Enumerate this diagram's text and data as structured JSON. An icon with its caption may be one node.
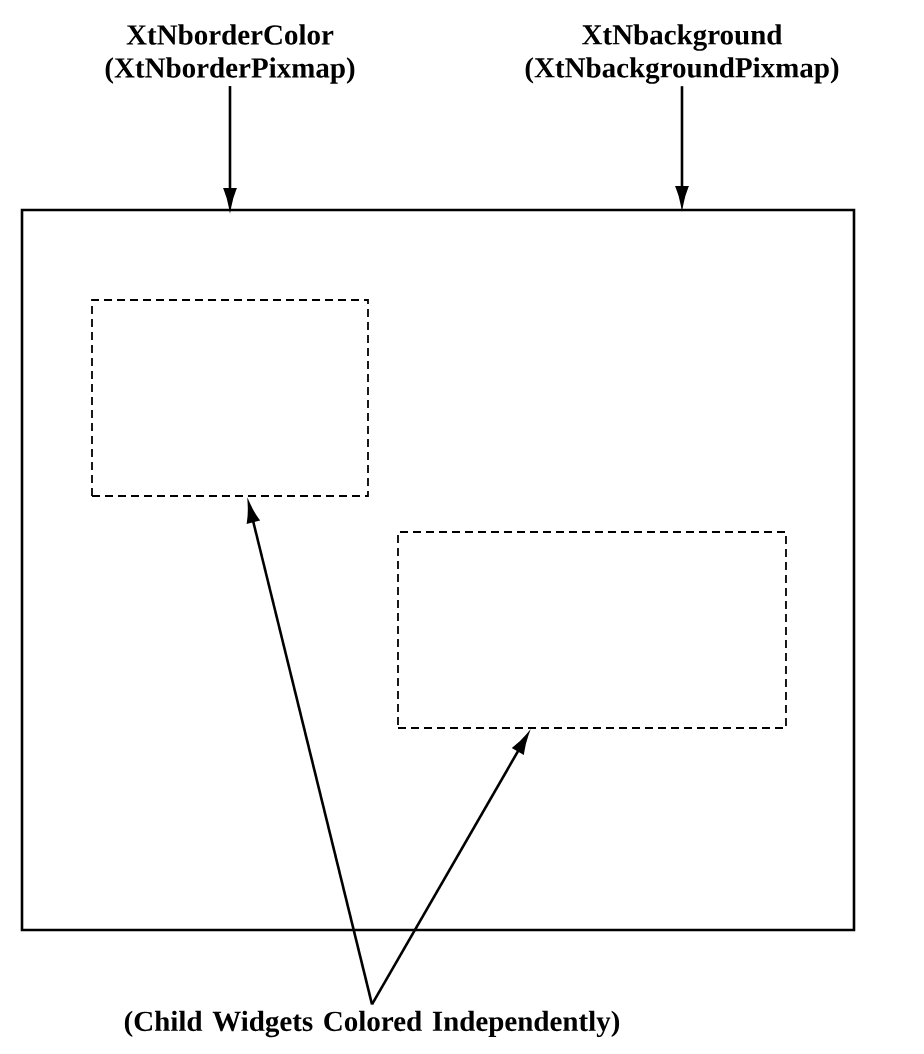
{
  "diagram": {
    "nodes": [
      {
        "text": [
          "XtNborderColor (XtNborderPixmap)"
        ]
      },
      {
        "text": [
          "XtNbackground (XtNbackgroundPixmap)"
        ]
      },
      {
        "text": [],
        "shape": "box"
      },
      {
        "text": [],
        "shape": "box",
        "in": 2
      },
      {
        "text": [],
        "shape": "box",
        "in": 2
      },
      {
        "text": [
          "(Child Widgets Colored Independently)"
        ]
      }
    ],
    "edges": [
      {
        "from": 0,
        "to": 2,
        "arrow": "to"
      },
      {
        "from": 1,
        "to": 2,
        "arrow": "to"
      },
      {
        "from": 5,
        "to": 3,
        "arrow": "to"
      },
      {
        "from": 5,
        "to": 4,
        "arrow": "to"
      }
    ]
  }
}
